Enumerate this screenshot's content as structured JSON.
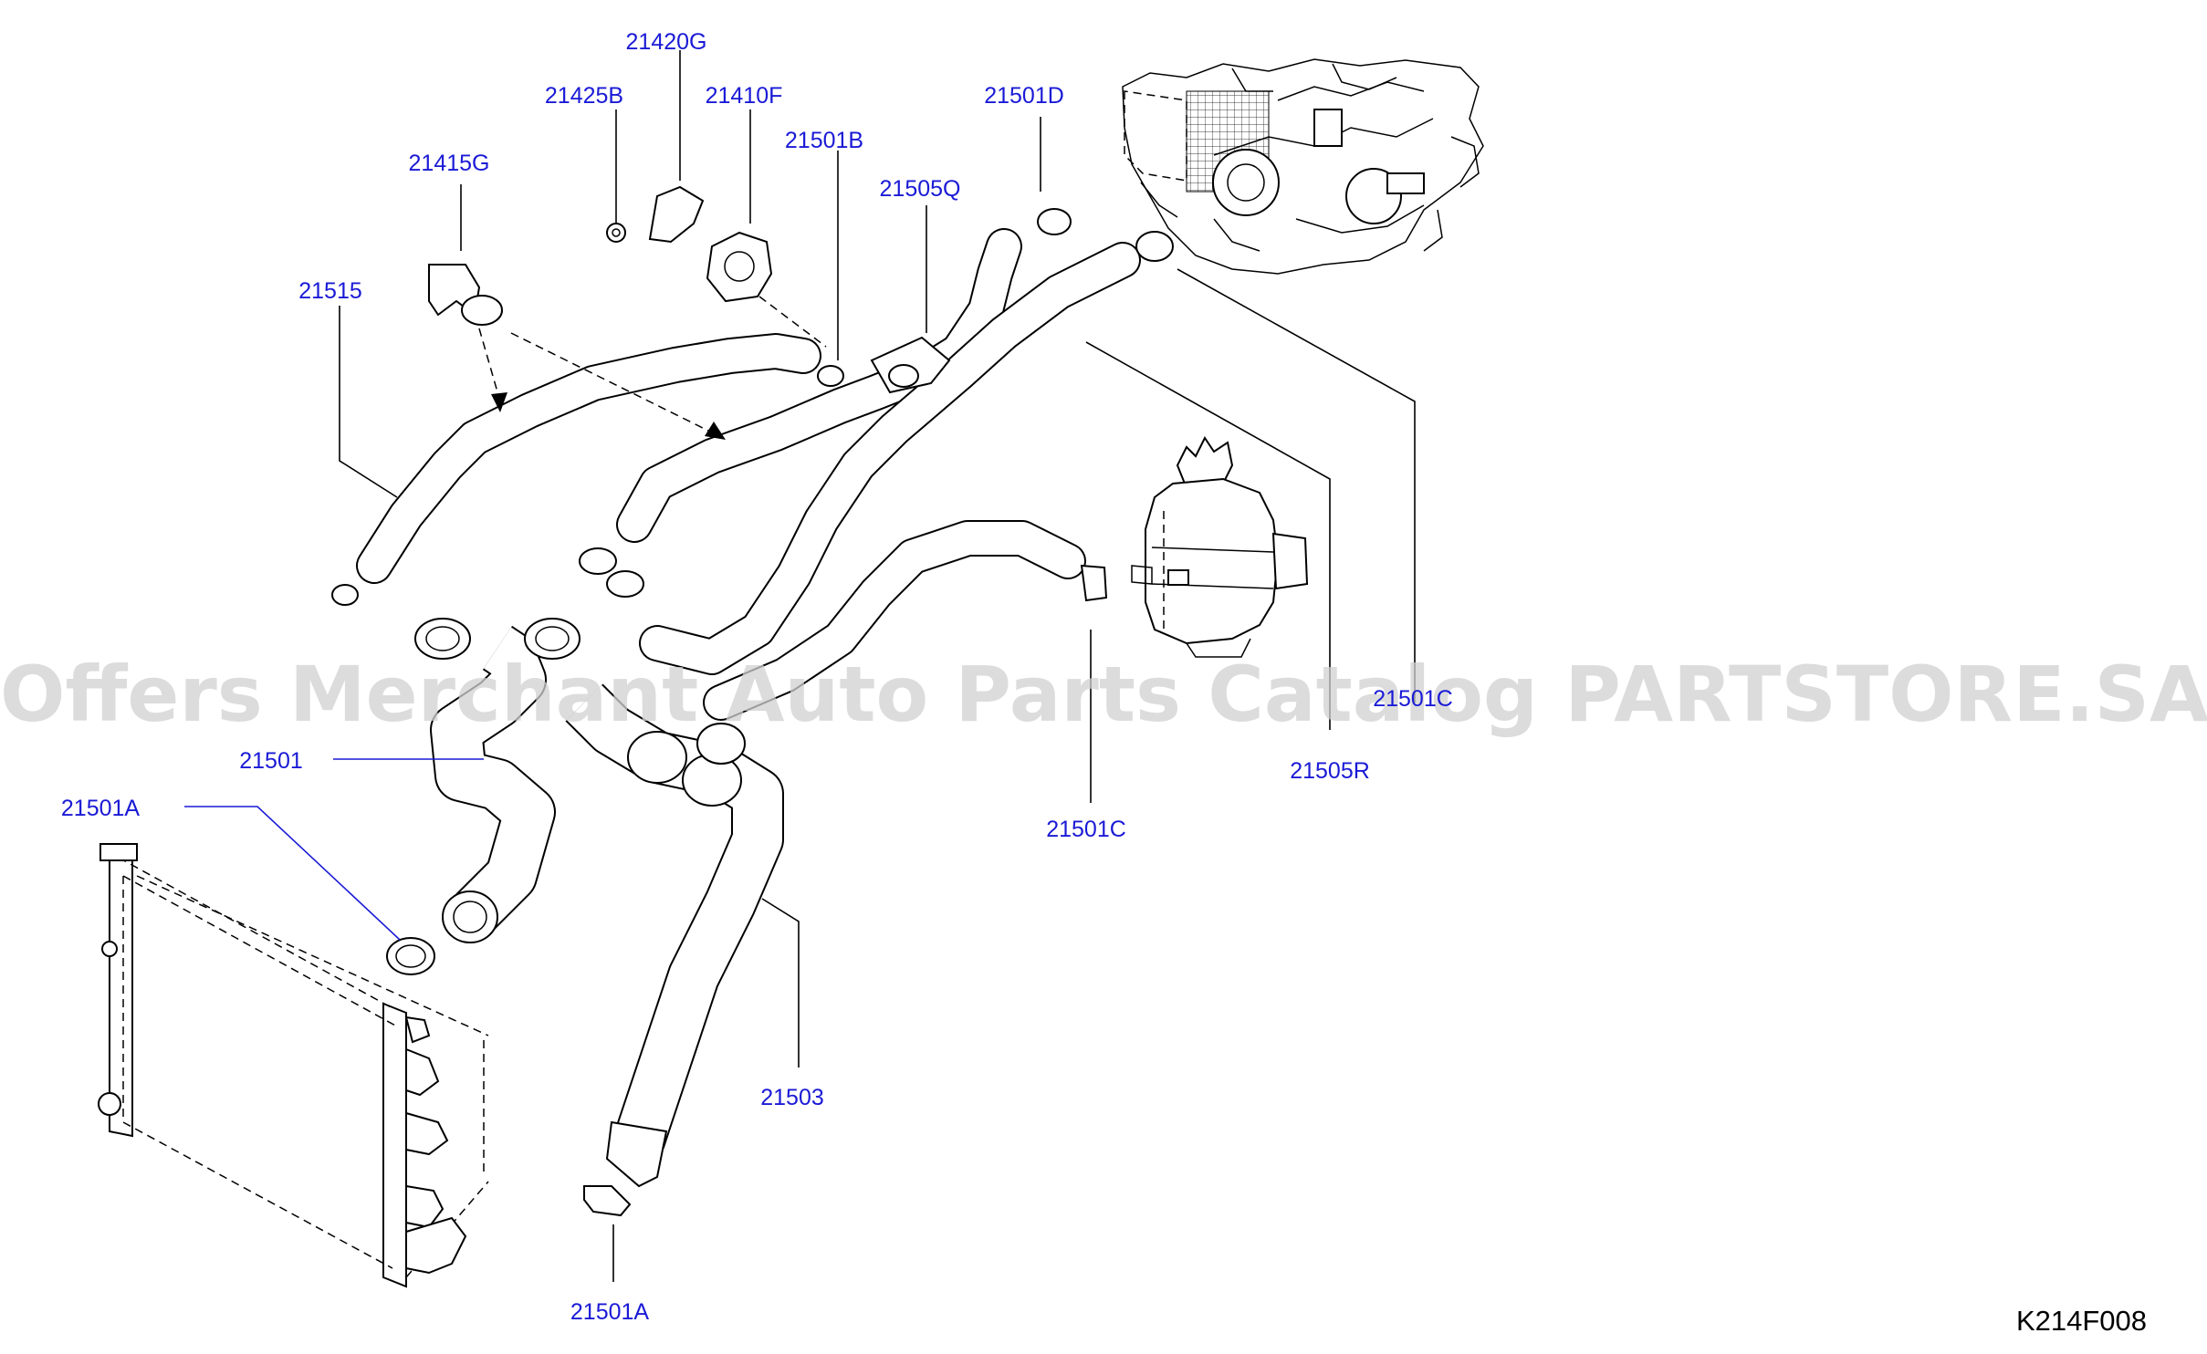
{
  "diagram": {
    "part_labels": [
      {
        "id": "21420g",
        "text": "21420G"
      },
      {
        "id": "21425b",
        "text": "21425B"
      },
      {
        "id": "21410f",
        "text": "21410F"
      },
      {
        "id": "21501d",
        "text": "21501D"
      },
      {
        "id": "21501b",
        "text": "21501B"
      },
      {
        "id": "21415g",
        "text": "21415G"
      },
      {
        "id": "21505q",
        "text": "21505Q"
      },
      {
        "id": "21515",
        "text": "21515"
      },
      {
        "id": "21501",
        "text": "21501"
      },
      {
        "id": "21501a-top",
        "text": "21501A"
      },
      {
        "id": "21501c-right",
        "text": "21501C"
      },
      {
        "id": "21505r",
        "text": "21505R"
      },
      {
        "id": "21501c-lower",
        "text": "21501C"
      },
      {
        "id": "21503",
        "text": "21503"
      },
      {
        "id": "21501a-bottom",
        "text": "21501A"
      }
    ],
    "diagram_code": "K214F008",
    "watermark": "Offers Merchant Auto Parts Catalog PARTSTORE.SA",
    "colors": {
      "label": "#1a1ad6",
      "line": "#000000",
      "watermark": "#d0d0d0",
      "background": "#ffffff"
    }
  }
}
